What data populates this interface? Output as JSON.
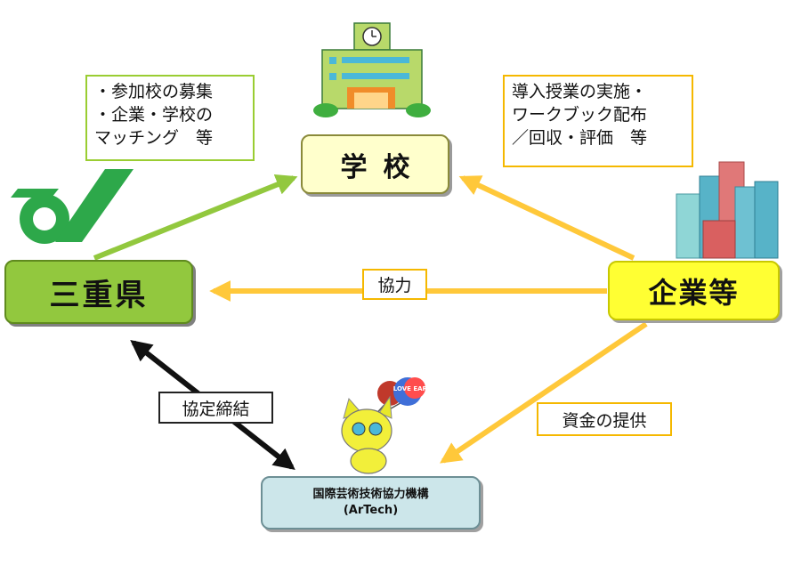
{
  "nodes": {
    "school": {
      "label": "学校"
    },
    "mie": {
      "label": "三重県"
    },
    "kigyo": {
      "label": "企業等"
    },
    "artech": {
      "name": "国際芸術技術協力機構",
      "abbr": "(ArTech)"
    }
  },
  "notes": {
    "left": "・参加校の募集\n・企業・学校の\nマッチング　等",
    "right": "導入授業の実施・\nワークブック配布\n／回収・評価　等"
  },
  "edges": {
    "kyoryoku": "協力",
    "kyotei": "協定締結",
    "shikin": "資金の提供"
  },
  "mascot": {
    "balloon_text": "LOVE EARTH"
  },
  "colors": {
    "green_arrow": "#92c83e",
    "yellow_arrow": "#ffc83a",
    "black_arrow": "#111111",
    "mie_fill": "#92c83e",
    "school_fill": "#ffffcc",
    "kigyo_fill": "#ffff33",
    "artech_fill": "#cce6ea"
  }
}
